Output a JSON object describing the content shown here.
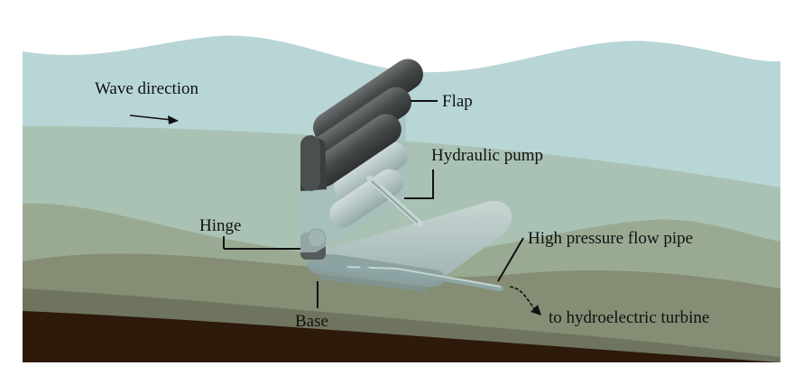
{
  "diagram": {
    "labels": {
      "wave_direction": "Wave direction",
      "flap": "Flap",
      "hydraulic_pump": "Hydraulic pump",
      "hinge": "Hinge",
      "high_pressure_flow_pipe": "High pressure flow pipe",
      "base": "Base",
      "to_turbine": "to hydroelectric turbine"
    },
    "colors": {
      "sky_water": "#b9d6d6",
      "mid_water": "#a9c2b4",
      "seabed_far": "#9aaa92",
      "seabed_mid": "#858d74",
      "seabed_near": "#6f745e",
      "bedrock": "#2d1a0b",
      "flap_dark": "#4a4d4e",
      "flap_light": "#c3cfcf"
    }
  }
}
